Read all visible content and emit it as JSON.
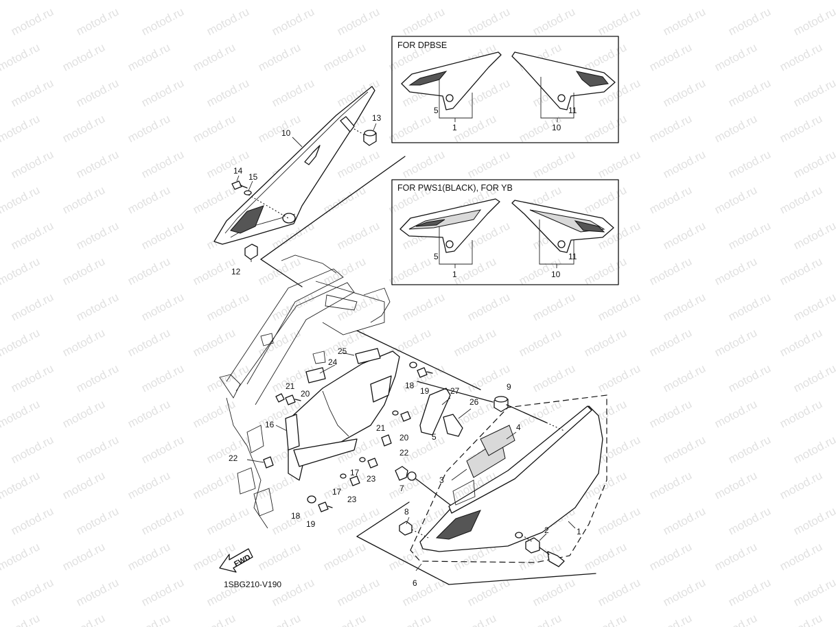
{
  "watermark": "motod.ru",
  "diagram_code": "1SBG210-V190",
  "fwd_label": "FWD",
  "inset_boxes": [
    {
      "title": "FOR DPBSE",
      "labels": [
        "5",
        "1",
        "11",
        "10"
      ]
    },
    {
      "title": "FOR PWS1(BLACK), FOR YB",
      "labels": [
        "5",
        "1",
        "11",
        "10"
      ]
    }
  ],
  "callouts": [
    "1",
    "2",
    "3",
    "4",
    "5",
    "6",
    "7",
    "8",
    "9",
    "10",
    "12",
    "13",
    "14",
    "15",
    "16",
    "17",
    "17",
    "18",
    "18",
    "19",
    "19",
    "20",
    "20",
    "21",
    "21",
    "22",
    "22",
    "23",
    "23",
    "24",
    "25",
    "26",
    "27"
  ]
}
